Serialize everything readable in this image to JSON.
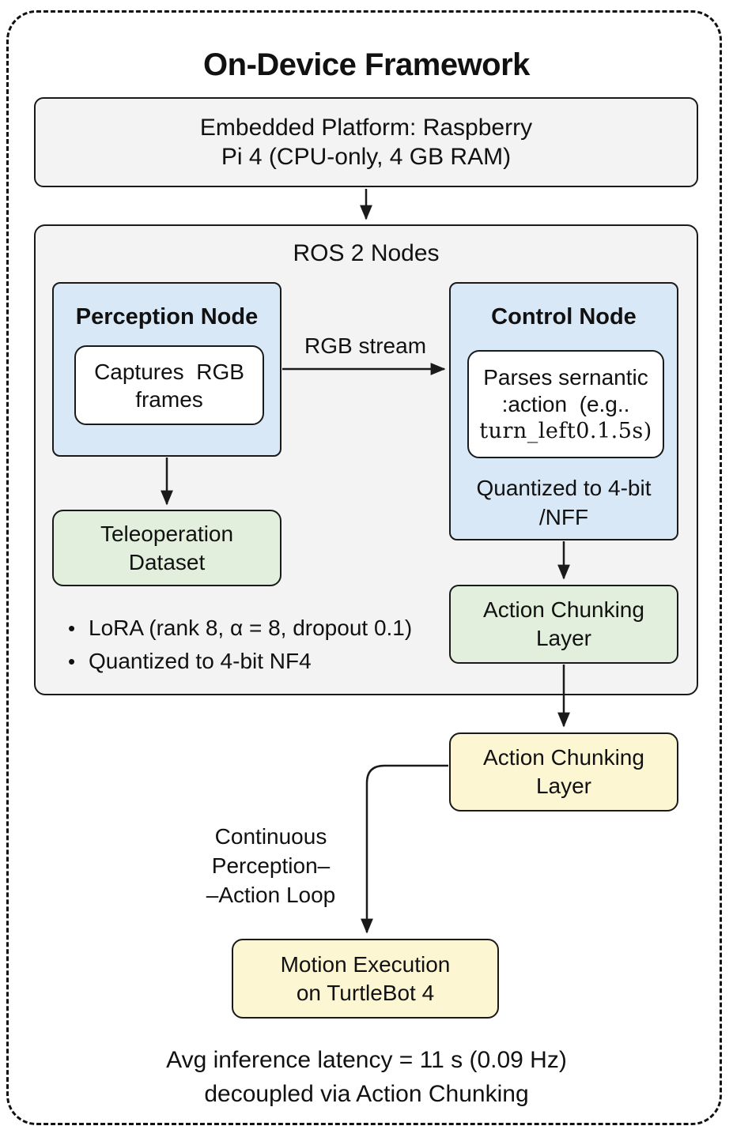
{
  "title": "On-Device Framework",
  "embedded_platform": {
    "lines": [
      "Embedded Platform: Raspberry",
      "Pi 4 (CPU-only, 4 GB RAM)"
    ]
  },
  "ros_container": {
    "label": "ROS 2 Nodes"
  },
  "perception_node": {
    "title": "Perception Node",
    "inner_lines": [
      "Captures  RGB",
      "frames"
    ]
  },
  "control_node": {
    "title": "Control Node",
    "inner_lines": [
      "Parses sernantic",
      ":action  (e.g..",
      "turn_left0.1.5s)"
    ],
    "footer_lines": [
      "Quantized to 4-bit",
      "/NFF"
    ]
  },
  "rgb_stream_label": "RGB stream",
  "teleoperation_dataset": {
    "lines": [
      "Teleoperation",
      "Dataset"
    ]
  },
  "bullets": [
    "LoRA (rank 8, α = 8, dropout 0.1)",
    "Quantized to 4-bit NF4"
  ],
  "action_chunking_inner": {
    "lines": [
      "Action Chunking",
      "Layer"
    ]
  },
  "action_chunking_outer": {
    "lines": [
      "Action Chunking",
      "Layer"
    ]
  },
  "loop_label": {
    "lines": [
      "Continuous",
      "Perception–",
      "–Action Loop"
    ]
  },
  "motion_execution": {
    "lines": [
      "Motion Execution",
      "on TurtleBot 4"
    ]
  },
  "caption": {
    "lines": [
      "Avg inference latency = 11 s (0.09 Hz)",
      "decoupled via Action Chunking"
    ]
  },
  "colors": {
    "node_blue": "#d9e8f7",
    "dataset_green": "#e2efdd",
    "chunk_yellow": "#fdf6d3",
    "container_gray": "#f3f3f4",
    "stroke": "#1a1a1a"
  }
}
